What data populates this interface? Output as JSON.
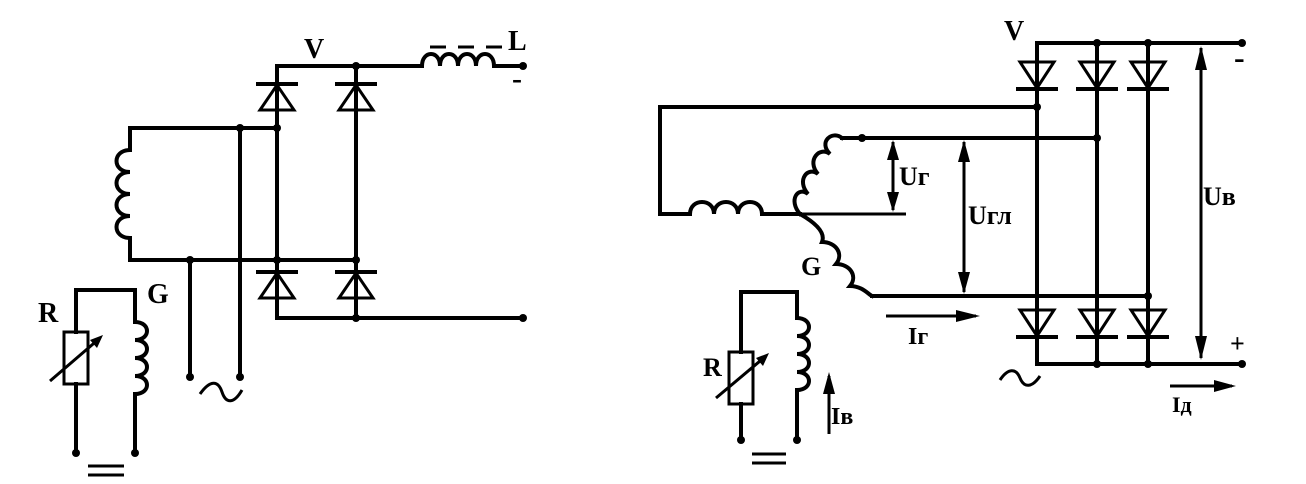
{
  "figure": {
    "background": "#ffffff",
    "ink": "#000000"
  },
  "single_phase": {
    "labels": {
      "rectifier": "V",
      "inductor": "L",
      "output_minus": "-",
      "resistor": "R",
      "generator": "G",
      "ac_symbol": "~",
      "dc_symbol": "="
    }
  },
  "three_phase": {
    "labels": {
      "rectifier": "V",
      "output_minus": "-",
      "output_plus": "+",
      "resistor": "R",
      "generator": "G",
      "ac_symbol": "~",
      "dc_symbol": "=",
      "phase_voltage": "Uг",
      "line_voltage": "Uгл",
      "rectified_voltage": "Uв",
      "phase_current": "Iг",
      "field_current": "Iв",
      "load_current": "Iд"
    }
  }
}
